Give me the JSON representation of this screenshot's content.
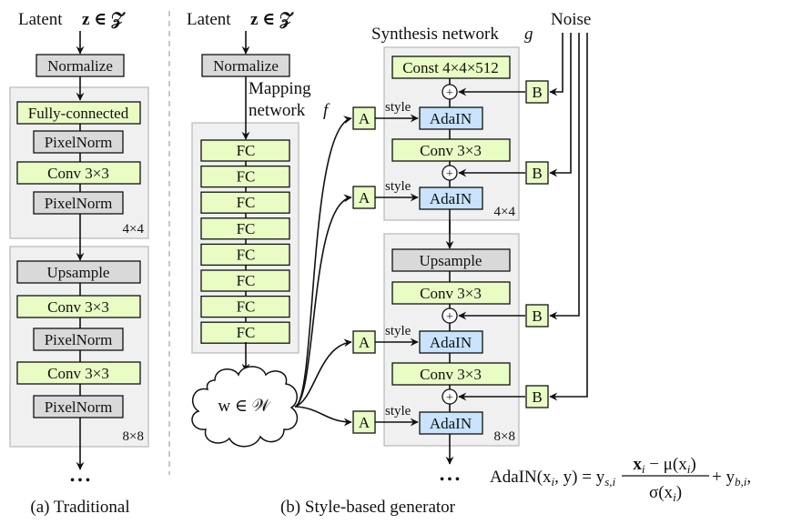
{
  "colors": {
    "green_box": "#e8fcc4",
    "gray_box": "#d9d9d9",
    "blue_box": "#c8e3fb",
    "container": "#f0f0f0",
    "container_border": "#bcbcbc",
    "divider": "#aaaaaa"
  },
  "panel_a": {
    "input_label": "Latent",
    "input_math": "z ∈ 𝒵",
    "normalize": "Normalize",
    "block1": {
      "layers": [
        "Fully-connected",
        "PixelNorm",
        "Conv 3×3",
        "PixelNorm"
      ],
      "resolution": "4×4"
    },
    "block2": {
      "layers": [
        "Upsample",
        "Conv 3×3",
        "PixelNorm",
        "Conv 3×3",
        "PixelNorm"
      ],
      "resolution": "8×8"
    },
    "ellipsis": "• • •",
    "caption": "(a) Traditional"
  },
  "panel_b": {
    "input_label": "Latent",
    "input_math": "z ∈ 𝒵",
    "normalize": "Normalize",
    "mapping_label_line1": "Mapping",
    "mapping_label_line2": "network",
    "mapping_symbol": "f",
    "mapping_layers": [
      "FC",
      "FC",
      "FC",
      "FC",
      "FC",
      "FC",
      "FC",
      "FC"
    ],
    "w_space": "w ∈ 𝒲",
    "synthesis_label": "Synthesis network",
    "synthesis_symbol": "g",
    "noise_label": "Noise",
    "affine_label": "A",
    "noise_scale_label": "B",
    "style_label": "style",
    "add_symbol": "+",
    "block1": {
      "const": "Const 4×4×512",
      "adain1": "AdaIN",
      "conv": "Conv 3×3",
      "adain2": "AdaIN",
      "resolution": "4×4"
    },
    "block2": {
      "upsample": "Upsample",
      "conv1": "Conv 3×3",
      "adain1": "AdaIN",
      "conv2": "Conv 3×3",
      "adain2": "AdaIN",
      "resolution": "8×8"
    },
    "ellipsis": "• • •",
    "caption": "(b) Style-based generator"
  },
  "equation": {
    "lhs": "AdaIN(x",
    "lhs_sub": "i",
    "lhs_rest": ", y) = y",
    "ys_sub": "s,i",
    "numerator": "x",
    "num_sub": "i",
    "num_rest": " − μ(x",
    "num_sub2": "i",
    "num_close": ")",
    "denominator": "σ(x",
    "den_sub": "i",
    "den_close": ")",
    "plus": " + y",
    "yb_sub": "b,i",
    "trail": ","
  }
}
